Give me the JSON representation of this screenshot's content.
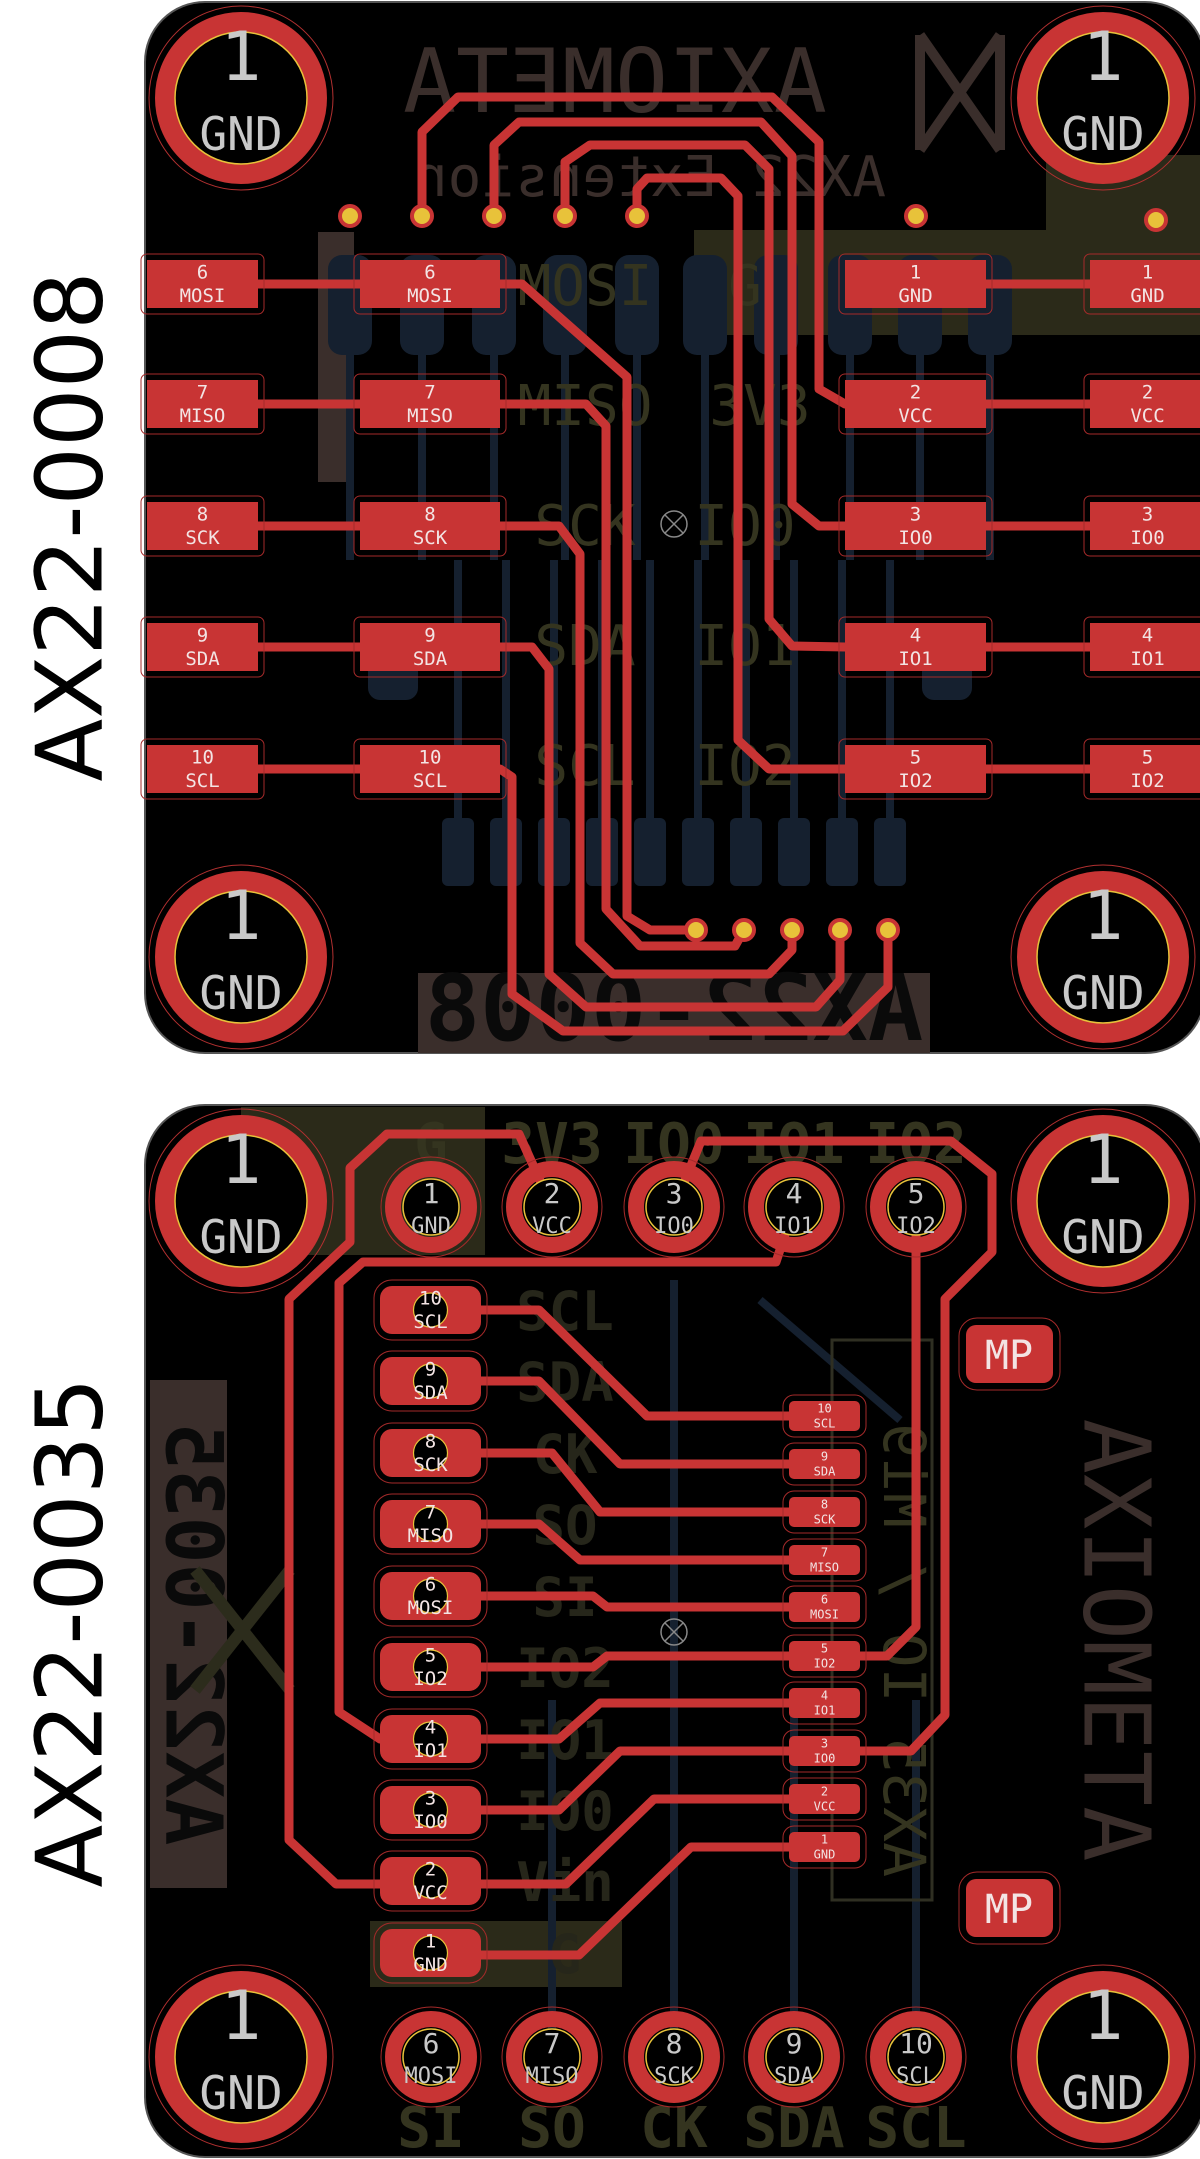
{
  "side_labels": [
    "AX22-0008",
    "AX22-0035"
  ],
  "colors": {
    "board": "#000000",
    "copper_top": "#c83434",
    "copper_back": "#15202f",
    "drill_ring": "#e8c23a",
    "pad_text": "#f3e4e4",
    "hole_text": "#c9c9c9",
    "silk_olive": "#34341f",
    "silk_brown": "#3a2e2b",
    "fill_olive": "#2b2a19"
  },
  "mount_hole": {
    "number": "1",
    "net": "GND"
  },
  "board1": {
    "left_edge_pads": [
      {
        "num": "6",
        "net": "MOSI"
      },
      {
        "num": "7",
        "net": "MISO"
      },
      {
        "num": "8",
        "net": "SCK"
      },
      {
        "num": "9",
        "net": "SDA"
      },
      {
        "num": "10",
        "net": "SCL"
      }
    ],
    "left_header_pads": [
      {
        "num": "6",
        "net": "MOSI"
      },
      {
        "num": "7",
        "net": "MISO"
      },
      {
        "num": "8",
        "net": "SCK"
      },
      {
        "num": "9",
        "net": "SDA"
      },
      {
        "num": "10",
        "net": "SCL"
      }
    ],
    "right_header_pads": [
      {
        "num": "1",
        "net": "GND"
      },
      {
        "num": "2",
        "net": "VCC"
      },
      {
        "num": "3",
        "net": "IO0"
      },
      {
        "num": "4",
        "net": "IO1"
      },
      {
        "num": "5",
        "net": "IO2"
      }
    ],
    "right_edge_pads": [
      {
        "num": "1",
        "net": "GND"
      },
      {
        "num": "2",
        "net": "VCC"
      },
      {
        "num": "3",
        "net": "IO0"
      },
      {
        "num": "4",
        "net": "IO1"
      },
      {
        "num": "5",
        "net": "IO2"
      }
    ],
    "silk": {
      "brand": "AXIOMETA",
      "subtitle": "AX22 Extension",
      "part": "AX22-0008",
      "pin_labels_left": [
        "MOSI",
        "MISO",
        "SCK",
        "SDA",
        "SCL"
      ],
      "pin_labels_right": [
        "G",
        "3V3",
        "IO0",
        "IO1",
        "IO2"
      ]
    }
  },
  "board2": {
    "top_pads": [
      {
        "num": "1",
        "net": "GND"
      },
      {
        "num": "2",
        "net": "VCC"
      },
      {
        "num": "3",
        "net": "IO0"
      },
      {
        "num": "4",
        "net": "IO1"
      },
      {
        "num": "5",
        "net": "IO2"
      }
    ],
    "bottom_pads": [
      {
        "num": "6",
        "net": "MOSI"
      },
      {
        "num": "7",
        "net": "MISO"
      },
      {
        "num": "8",
        "net": "SCK"
      },
      {
        "num": "9",
        "net": "SDA"
      },
      {
        "num": "10",
        "net": "SCL"
      }
    ],
    "left_pads": [
      {
        "num": "10",
        "net": "SCL"
      },
      {
        "num": "9",
        "net": "SDA"
      },
      {
        "num": "8",
        "net": "SCK"
      },
      {
        "num": "7",
        "net": "MISO"
      },
      {
        "num": "6",
        "net": "MOSI"
      },
      {
        "num": "5",
        "net": "IO2"
      },
      {
        "num": "4",
        "net": "IO1"
      },
      {
        "num": "3",
        "net": "IO0"
      },
      {
        "num": "2",
        "net": "VCC"
      },
      {
        "num": "1",
        "net": "GND"
      }
    ],
    "right_pads": [
      {
        "num": "10",
        "net": "SCL"
      },
      {
        "num": "9",
        "net": "SDA"
      },
      {
        "num": "8",
        "net": "SCK"
      },
      {
        "num": "7",
        "net": "MISO"
      },
      {
        "num": "6",
        "net": "MOSI"
      },
      {
        "num": "5",
        "net": "IO2"
      },
      {
        "num": "4",
        "net": "IO1"
      },
      {
        "num": "3",
        "net": "IO0"
      },
      {
        "num": "2",
        "net": "VCC"
      },
      {
        "num": "1",
        "net": "GND"
      }
    ],
    "mp_label": "MP",
    "silk": {
      "brand": "AXIOMETA",
      "part": "AX22-0035",
      "top_labels": [
        "G",
        "3V3",
        "IO0",
        "IO1",
        "IO2"
      ],
      "bottom_labels": [
        "SI",
        "SO",
        "CK",
        "SDA",
        "SCL"
      ],
      "side_labels": [
        "SCL",
        "SDA",
        "CK",
        "SO",
        "SI",
        "IO2",
        "IO1",
        "IO0",
        "Vin",
        "G"
      ],
      "chip_marking": "AX35 IO / Mi9"
    }
  }
}
